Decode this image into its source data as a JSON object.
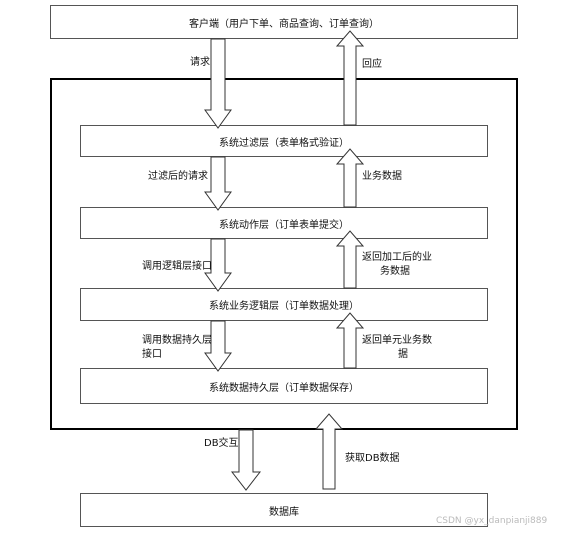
{
  "client": {
    "label": "客户端（用户下单、商品查询、订单查询）"
  },
  "edges": {
    "request": "请求",
    "response": "回应",
    "filtered_request": "过滤后的请求",
    "business_data": "业务数据",
    "call_logic_interface": "调用逻辑层接口",
    "return_processed_data_line1": "返回加工后的业",
    "return_processed_data_line2": "务数据",
    "call_persistence_line1": "调用数据持久层",
    "call_persistence_line2": "接口",
    "return_unit_data_line1": "返回单元业务数",
    "return_unit_data_line2": "据",
    "db_interaction": "DB交互",
    "fetch_db_data": "获取DB数据"
  },
  "layers": [
    {
      "label": "系统过滤层（表单格式验证）"
    },
    {
      "label": "系统动作层（订单表单提交）"
    },
    {
      "label": "系统业务逻辑层（订单数据处理）"
    },
    {
      "label": "系统数据持久层（订单数据保存）"
    }
  ],
  "database": {
    "label": "数据库"
  },
  "watermark": "CSDN @yx_danpianji889"
}
